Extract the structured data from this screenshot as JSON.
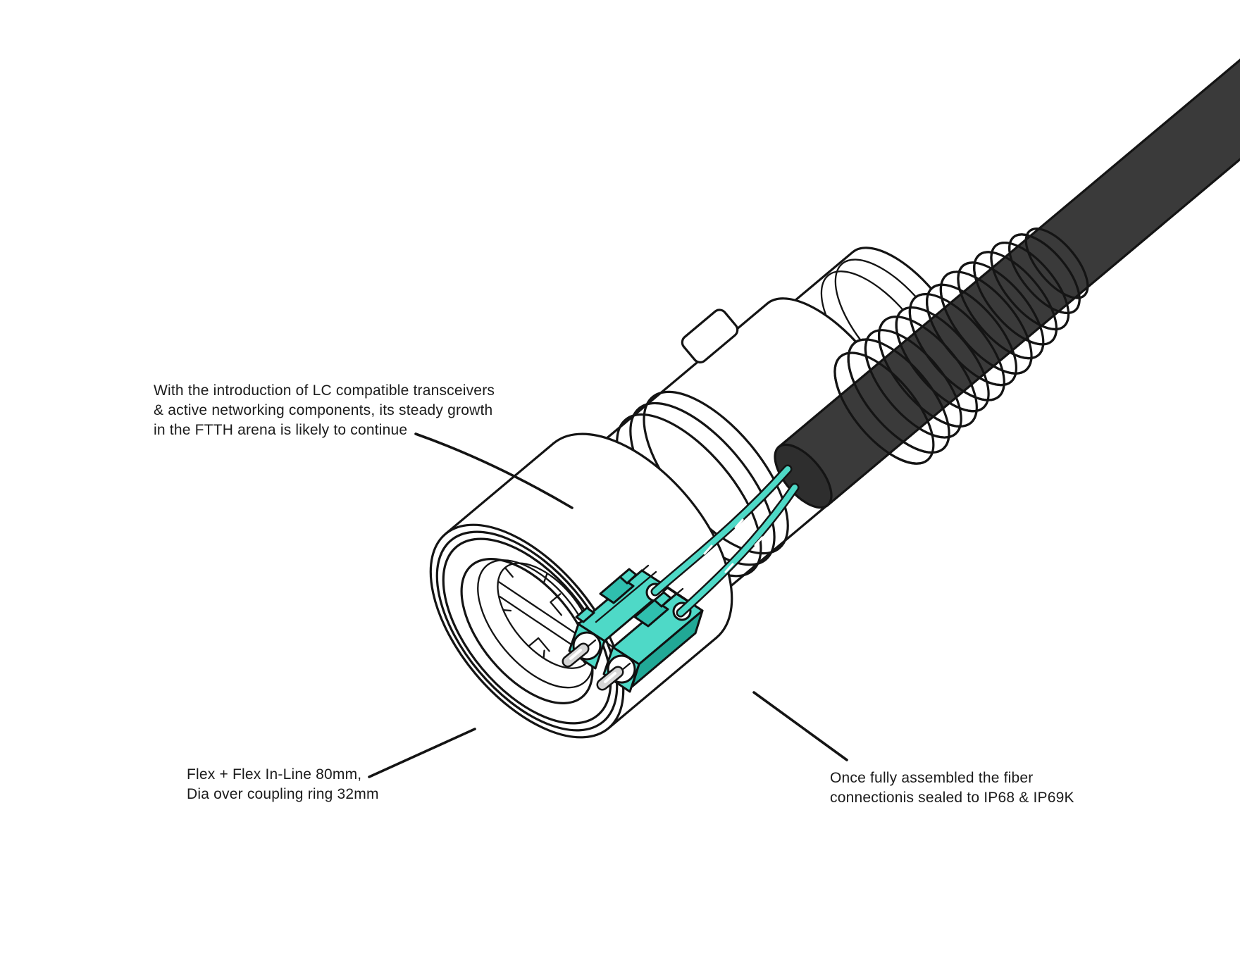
{
  "page": {
    "background": "#ffffff"
  },
  "figure": {
    "subject": "IP68 LC duplex fiber connector cutaway illustration",
    "colors": {
      "teal": "#4ed9c7",
      "teal_mid": "#2fbfae",
      "teal_dark": "#21a896",
      "cable": "#3a3a3a",
      "cable_cap": "#2e2e2e",
      "line": "#141414"
    }
  },
  "annotations": {
    "intro": {
      "line1": "With the introduction of LC compatible transceivers",
      "line2": "& active networking components, its steady growth",
      "line3": "in the FTTH arena is likely to continue"
    },
    "dimensions": {
      "line1": "Flex + Flex In-Line 80mm,",
      "line2": "Dia over coupling ring 32mm"
    },
    "sealing": {
      "line1": "Once fully assembled the fiber",
      "line2": "connectionis sealed to IP68 & IP69K"
    }
  }
}
